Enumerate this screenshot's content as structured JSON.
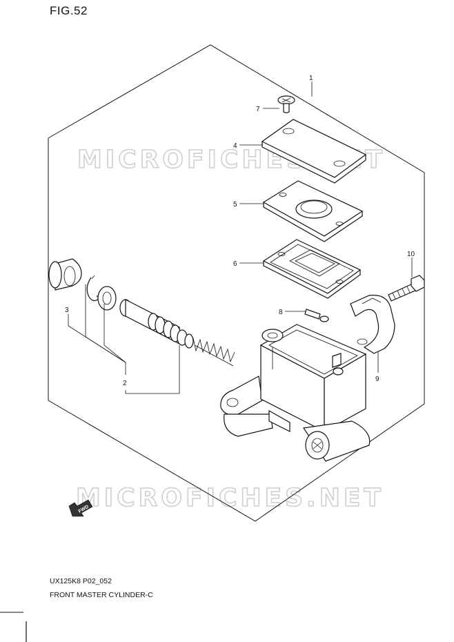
{
  "figure": {
    "title": "FIG.52"
  },
  "watermark": {
    "text": "MICROFICHES.NET"
  },
  "fwd_label": "FWD",
  "callouts": {
    "c1": "1",
    "c2": "2",
    "c3": "3",
    "c4": "4",
    "c5": "5",
    "c6": "6",
    "c7": "7",
    "c8": "8",
    "c9": "9",
    "c10": "10"
  },
  "footer": {
    "code": "UX125K8 P02_052",
    "name": "FRONT MASTER CYLINDER-C"
  }
}
